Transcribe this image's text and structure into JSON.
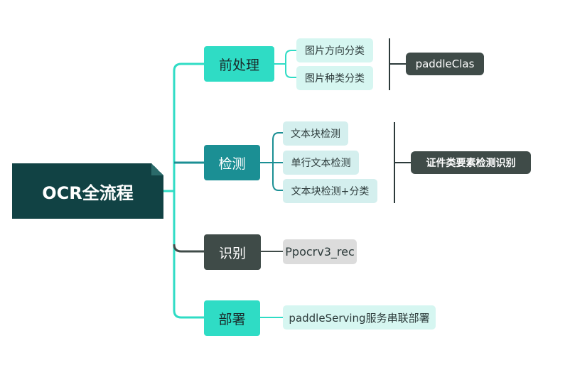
{
  "root": {
    "label": "OCR全流程"
  },
  "branches": [
    {
      "label": "前处理",
      "color": "#2fdcc5",
      "text_color": "#1a2a2a",
      "children": [
        "图片方向分类",
        "图片种类分类"
      ],
      "child_bg": "#d6f6f1",
      "tag": "paddleClas"
    },
    {
      "label": "检测",
      "color": "#1b8f94",
      "text_color": "#ffffff",
      "children": [
        "文本块检测",
        "单行文本检测",
        "文本块检测+分类"
      ],
      "child_bg": "#d4efee",
      "tag": "证件类要素检测识别"
    },
    {
      "label": "识别",
      "color": "#3f4b48",
      "text_color": "#ffffff",
      "children": [
        "Ppocrv3_rec"
      ],
      "child_bg": "#dcdcdc"
    },
    {
      "label": "部署",
      "color": "#2fdcc5",
      "text_color": "#1a2a2a",
      "children": [
        "paddleServing服务串联部署"
      ],
      "child_bg": "#d6f6f1"
    }
  ]
}
